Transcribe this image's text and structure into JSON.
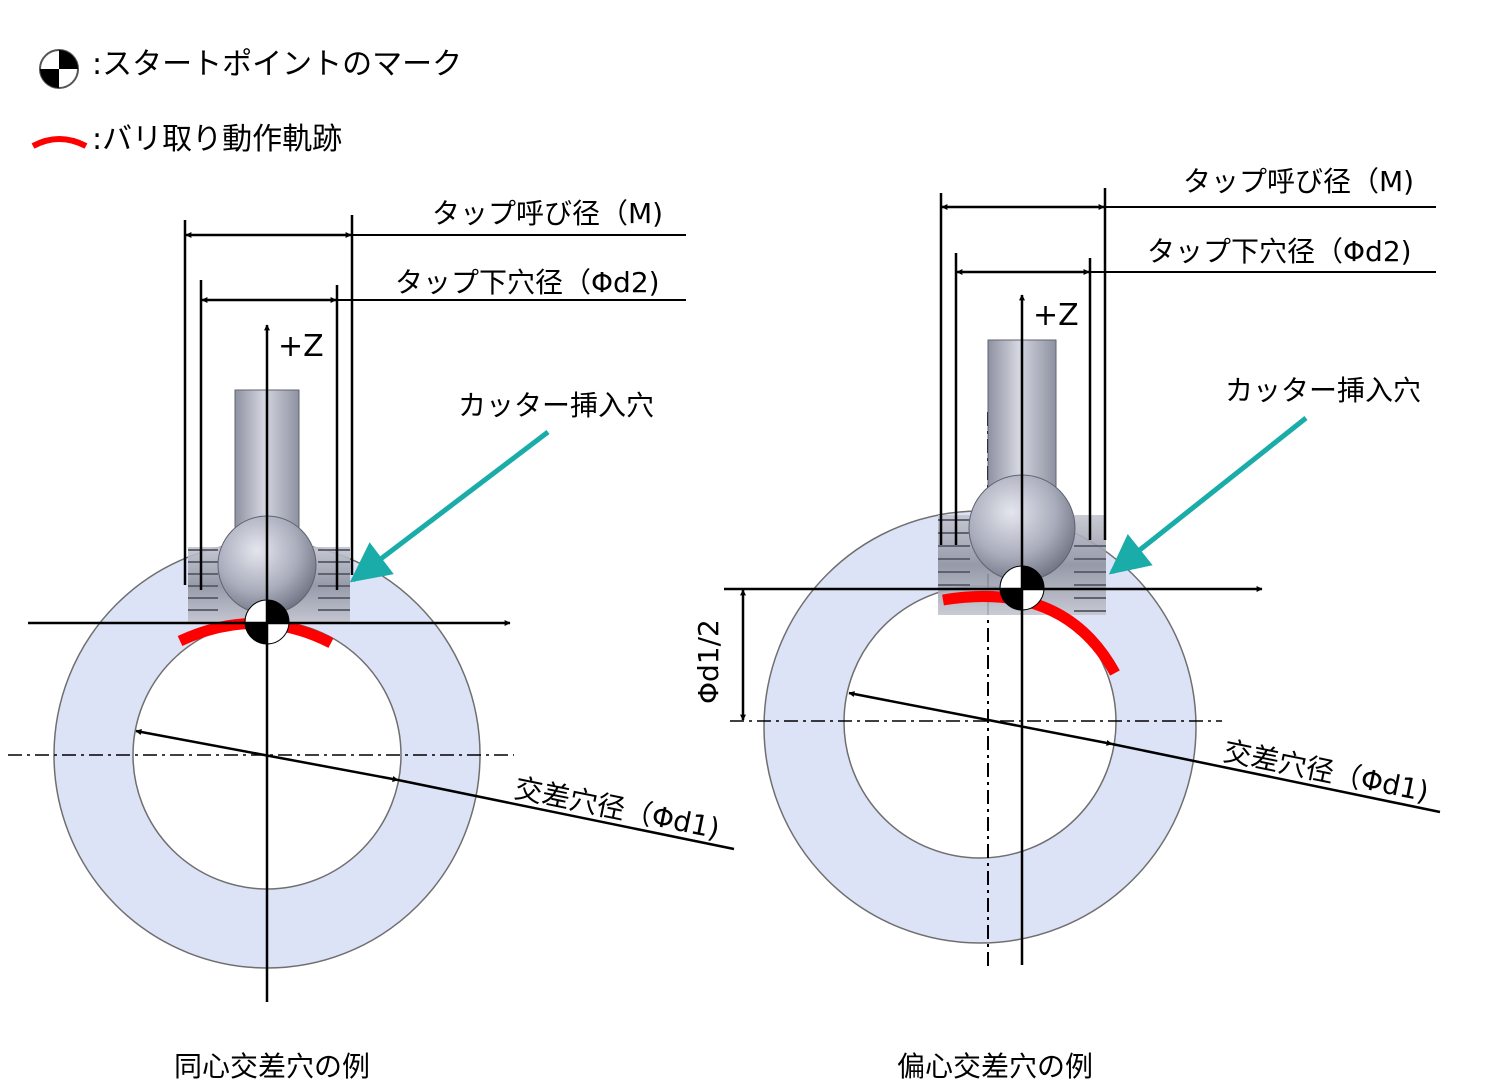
{
  "legend": {
    "start_point": {
      "icon": "start-point-mark-icon",
      "text": ":スタートポイントのマーク"
    },
    "deburr_path": {
      "icon": "deburring-path-icon",
      "text": ":バリ取り動作軌跡",
      "color": "#ff0000"
    }
  },
  "colors": {
    "workpiece_fill": "#dde3f7",
    "workpiece_stroke": "#6f6f6f",
    "path_red": "#ff0000",
    "arrow_teal": "#1aaca8",
    "tool_gray": "#b3b6c4"
  },
  "left_diagram": {
    "caption": "同心交差穴の例",
    "tap_nominal_label": "タップ呼び径（M)",
    "tap_drill_label": "タップ下穴径（Φd2)",
    "z_axis_label": "+Z",
    "cutter_hole_label": "カッター挿入穴",
    "cross_hole_label": "交差穴径（Φd1)"
  },
  "right_diagram": {
    "caption": "偏心交差穴の例",
    "tap_nominal_label": "タップ呼び径（M)",
    "tap_drill_label": "タップ下穴径（Φd2)",
    "z_axis_label": "+Z",
    "cutter_hole_label": "カッター挿入穴",
    "cross_hole_label": "交差穴径（Φd1)",
    "offset_label": "Φd1/2"
  }
}
